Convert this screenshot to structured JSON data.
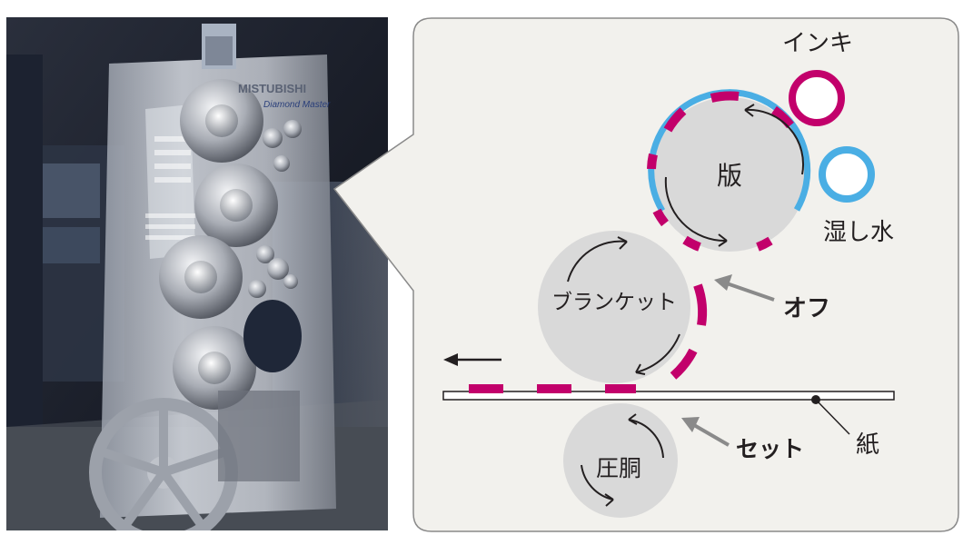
{
  "labels": {
    "ink": "インキ",
    "plate": "版",
    "dampening_water": "湿し水",
    "blanket": "ブランケット",
    "off": "オフ",
    "impression_cylinder": "圧胴",
    "set": "セット",
    "paper": "紙"
  },
  "colors": {
    "ink_magenta": "#c2006b",
    "water_cyan": "#4aaee4",
    "cylinder_gray": "#d9d9d9",
    "panel_background": "#f2f1ed",
    "panel_border": "#8a8a8a",
    "arrow_gray": "#8a8a8a",
    "text": "#231f20"
  },
  "photo": {
    "subject": "offset printing press cylinder unit illustration",
    "brand_text": "MISTUBISHI Diamond Master"
  }
}
